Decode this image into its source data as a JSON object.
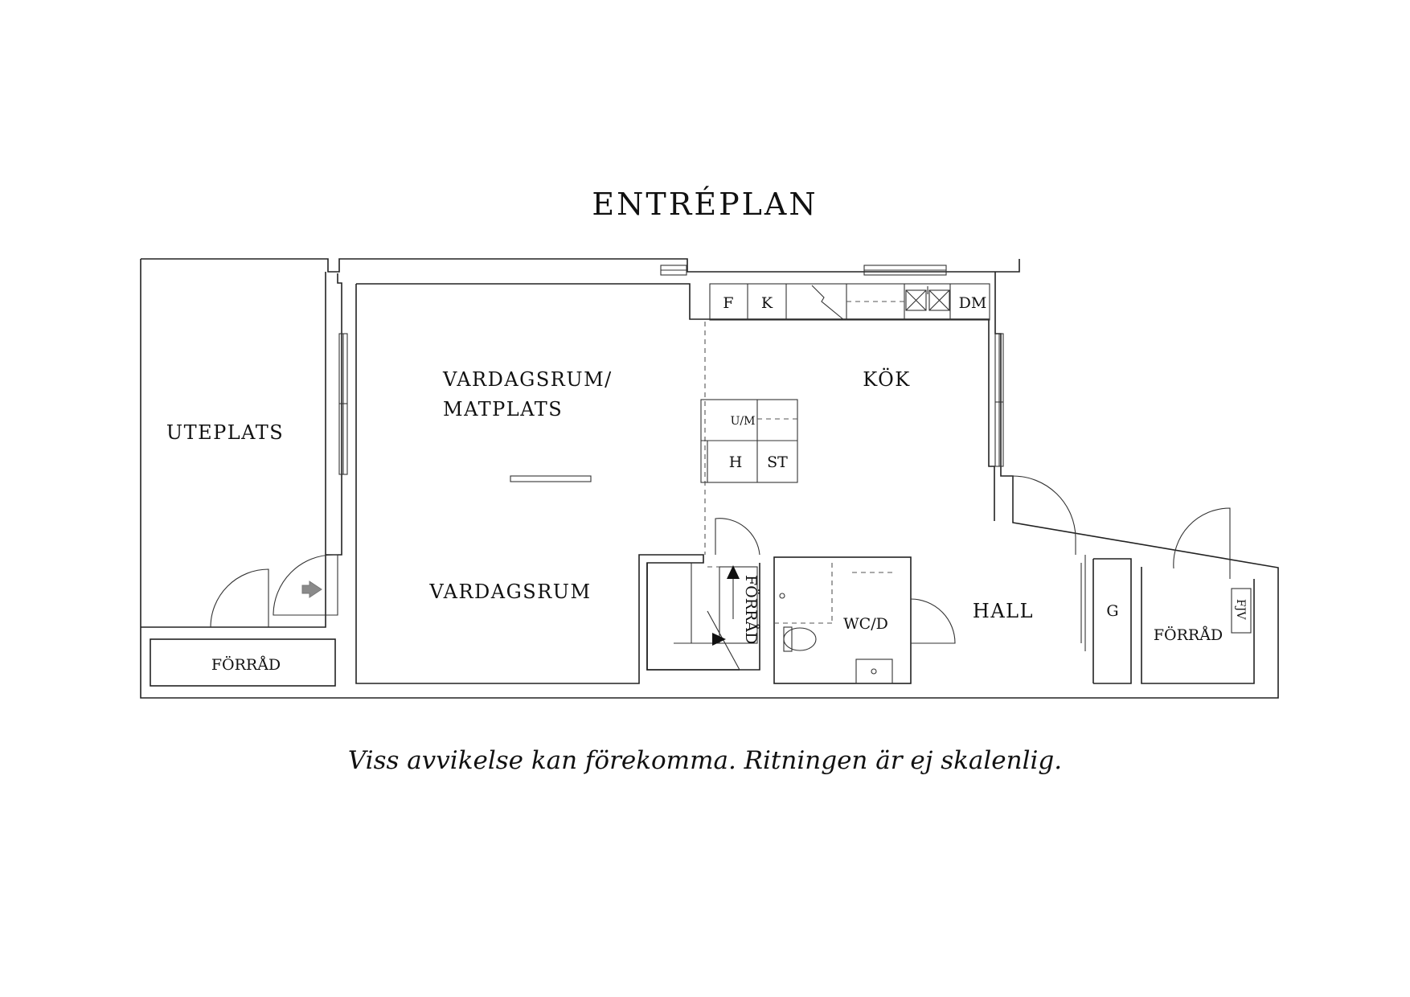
{
  "title": "ENTRÉPLAN",
  "caption": "Viss avvikelse kan förekomma. Ritningen är ej skalenlig.",
  "rooms": {
    "uteplats": "UTEPLATS",
    "vardagsrum_matplats_line1": "VARDAGSRUM/",
    "vardagsrum_matplats_line2": "MATPLATS",
    "vardagsrum": "VARDAGSRUM",
    "kok": "KÖK",
    "hall": "HALL",
    "wc_d": "WC/D",
    "forrad_left": "FÖRRÅD",
    "forrad_stair": "FÖRRÅD",
    "forrad_right": "FÖRRÅD",
    "g": "G"
  },
  "fixtures": {
    "f": "F",
    "k": "K",
    "dm": "DM",
    "um": "U/M",
    "h": "H",
    "st": "ST",
    "fjv": "FJV"
  }
}
